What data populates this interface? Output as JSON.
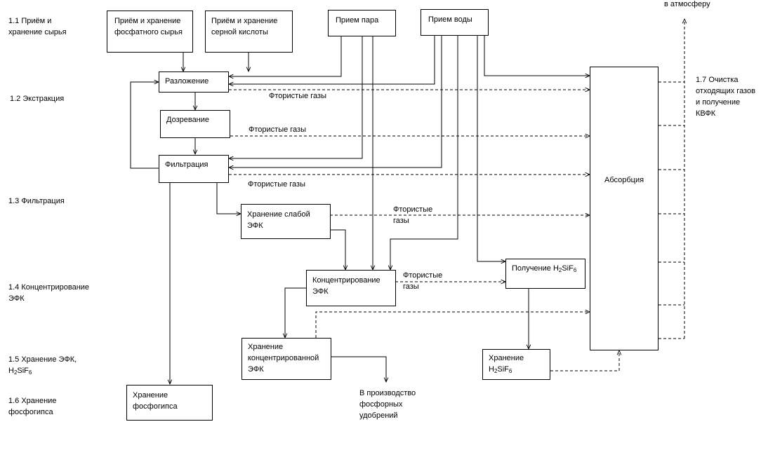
{
  "stages": {
    "s11": [
      "1.1 Приём и",
      "хранение сырья"
    ],
    "s12": "1.2 Экстракция",
    "s13": "1.3 Фильтрация",
    "s14": [
      "1.4 Концентрирование",
      "ЭФК"
    ],
    "s15_line1": "1.5 Хранение  ЭФК,",
    "s15_line2_main": "H",
    "s15_line2_sub1": "2",
    "s15_line2_mid": "SiF",
    "s15_line2_sub2": "6",
    "s16": [
      "1.6 Хранение",
      "фосфогипса"
    ],
    "s17": [
      "1.7 Очистка",
      "отходящих газов",
      "и получение",
      "КВФК"
    ]
  },
  "boxes": {
    "phosphate": [
      "Приём  и хранение",
      "фосфатного сырья"
    ],
    "sulfuric": [
      "Приём и хранение",
      "серной кислоты"
    ],
    "steam": "Прием пара",
    "water": "Прием воды",
    "decomposition": "Разложение",
    "maturation": "Дозревание",
    "filtration": "Фильтрация",
    "weak_efk": [
      "Хранение слабой",
      "ЭФК"
    ],
    "concentration": [
      "Концентрирование",
      "ЭФК"
    ],
    "conc_storage": [
      "Хранение",
      "концентрированной",
      "ЭФК"
    ],
    "gypsum": [
      "Хранение",
      "фосфогипса"
    ],
    "h2sif6_prod_pre": "Получение H",
    "h2sif6_prod_sub1": "2",
    "h2sif6_prod_mid": "SiF",
    "h2sif6_prod_sub2": "6",
    "h2sif6_store_l1": "Хранение",
    "h2sif6_store_pre": "H",
    "h2sif6_store_sub1": "2",
    "h2sif6_store_mid": "SiF",
    "h2sif6_store_sub2": "6",
    "absorption": "Абсорбция"
  },
  "labels": {
    "gas1": "Фтористые газы",
    "gas2": "Фтористые газы",
    "gas3": "Фтористые газы",
    "gas4": [
      "Фтористые",
      "газы"
    ],
    "gas5": [
      "Фтористые",
      "газы"
    ],
    "atmosphere": "в атмосферу",
    "fertilizer": [
      "В производство",
      "фосфорных",
      "удобрений"
    ]
  }
}
